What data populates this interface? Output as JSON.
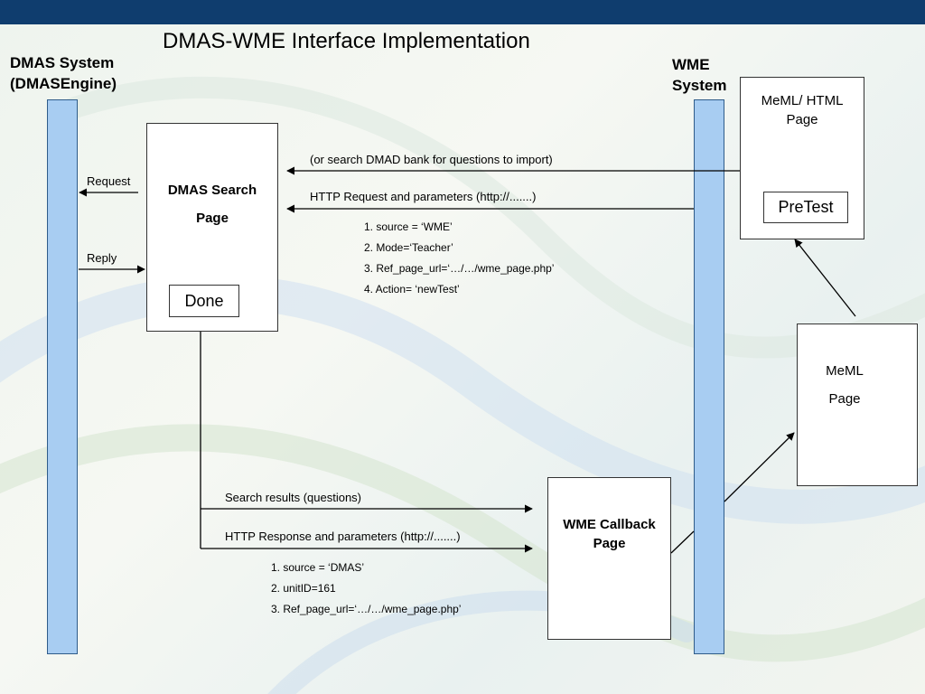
{
  "title": "DMAS-WME Interface Implementation",
  "actors": {
    "dmas_line1": "DMAS System",
    "dmas_line2": "(DMASEngine)",
    "wme_line1": "WME",
    "wme_line2": "System"
  },
  "boxes": {
    "dmas_search_line1": "DMAS Search",
    "dmas_search_line2": "Page",
    "done_button": "Done",
    "meml_html_line1": "MeML/ HTML",
    "meml_html_line2": "Page",
    "pretest_button": "PreTest",
    "meml_line1": "MeML",
    "meml_line2": "Page",
    "wme_callback_line1": "WME Callback",
    "wme_callback_line2": "Page"
  },
  "messages": {
    "request": "Request",
    "reply": "Reply",
    "search_bank": "(or search DMAD bank for questions to import)",
    "http_request": "HTTP Request and parameters (http://.......)",
    "search_results": "Search results (questions)",
    "http_response": "HTTP Response  and parameters (http://.......)"
  },
  "request_params": [
    "1. source = ‘WME’",
    "2. Mode=‘Teacher’",
    "3. Ref_page_url=‘…/…/wme_page.php’",
    "4. Action= ‘newTest’"
  ],
  "response_params": [
    "1. source = ‘DMAS’",
    "2. unitID=161",
    "3. Ref_page_url=‘…/…/wme_page.php’"
  ],
  "colors": {
    "top_bar": "#0f3d6e",
    "lifeline_fill": "#a8cdf2",
    "lifeline_border": "#2f5c8a"
  }
}
